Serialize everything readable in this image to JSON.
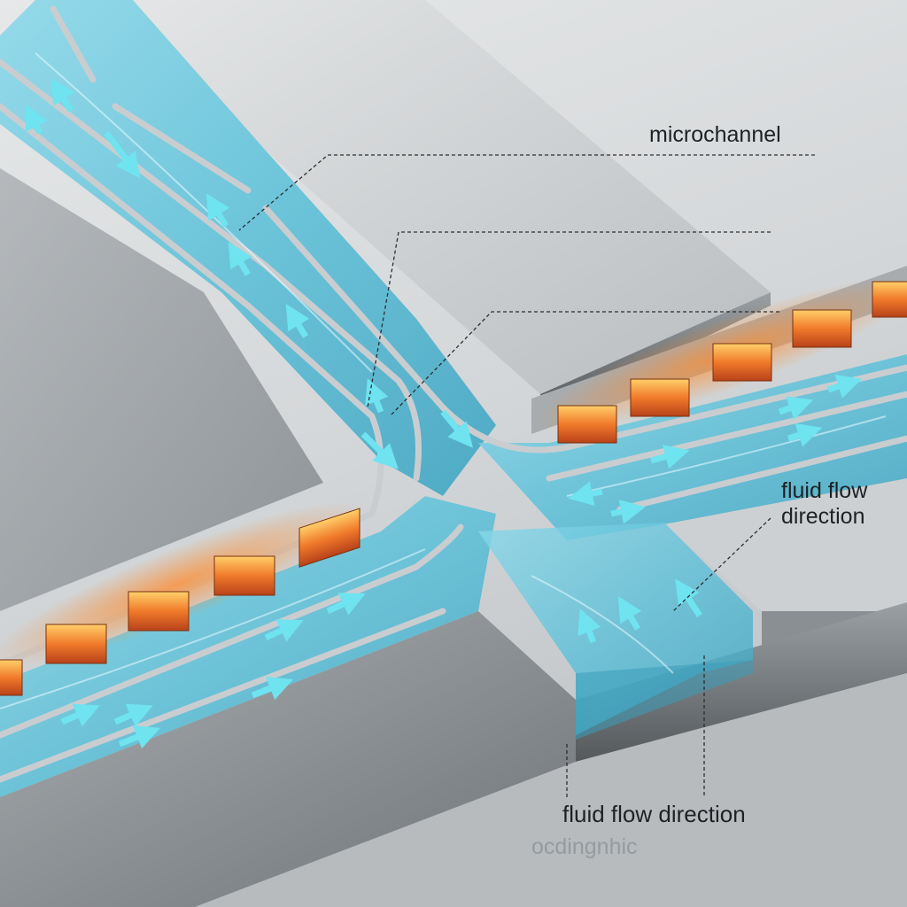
{
  "labels": {
    "microchannel": "microchannel",
    "flow_right_line1": "fluid flow",
    "flow_right_line2": "direction",
    "flow_bottom": "fluid flow direction",
    "garbled": "ocdingnhic"
  },
  "colors": {
    "metal_light": "#d6d9db",
    "metal_dark": "#7e8387",
    "fluid": "#7fd3e6",
    "fluid_deep": "#3fa9c4",
    "arrow": "#6fe3f0",
    "chip": "#e2702a",
    "chip_glow": "#ffb347",
    "label_text": "#1e2225"
  },
  "icons": {
    "flow_arrow": "arrow-icon",
    "chip": "heat-chip-icon"
  }
}
